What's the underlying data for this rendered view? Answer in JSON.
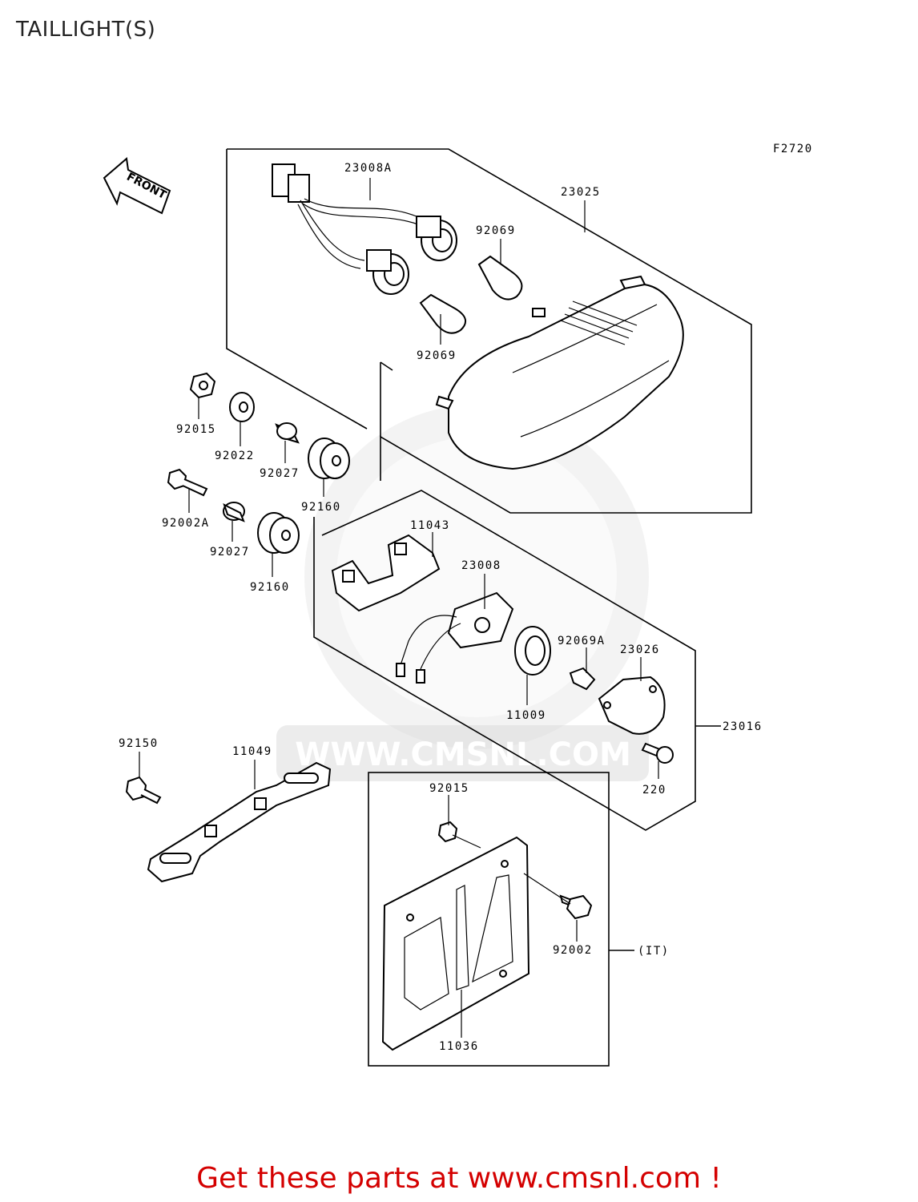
{
  "page": {
    "title": "TAILLIGHT(S)",
    "footer": "Get these parts at www.cmsnl.com !",
    "figure_code": "F2720",
    "front_label": "FRONT",
    "watermark": "WWW.CMSNL.COM"
  },
  "colors": {
    "footer": "#d40000",
    "watermark": "#d9d9d9",
    "line": "#000000"
  },
  "parts": [
    {
      "id": "p1",
      "label": "23008A"
    },
    {
      "id": "p2",
      "label": "23025"
    },
    {
      "id": "p3",
      "label": "92069"
    },
    {
      "id": "p4",
      "label": "92069"
    },
    {
      "id": "p5",
      "label": "92015"
    },
    {
      "id": "p6",
      "label": "92022"
    },
    {
      "id": "p7",
      "label": "92027"
    },
    {
      "id": "p8",
      "label": "92160"
    },
    {
      "id": "p9",
      "label": "92002A"
    },
    {
      "id": "p10",
      "label": "92027"
    },
    {
      "id": "p11",
      "label": "92160"
    },
    {
      "id": "p12",
      "label": "11043"
    },
    {
      "id": "p13",
      "label": "23008"
    },
    {
      "id": "p14",
      "label": "92069A"
    },
    {
      "id": "p15",
      "label": "23026"
    },
    {
      "id": "p16",
      "label": "11009"
    },
    {
      "id": "p17",
      "label": "23016"
    },
    {
      "id": "p18",
      "label": "220"
    },
    {
      "id": "p19",
      "label": "92150"
    },
    {
      "id": "p20",
      "label": "11049"
    },
    {
      "id": "p21",
      "label": "92015"
    },
    {
      "id": "p22",
      "label": "92002"
    },
    {
      "id": "p23",
      "label": "(IT)"
    },
    {
      "id": "p24",
      "label": "11036"
    }
  ]
}
